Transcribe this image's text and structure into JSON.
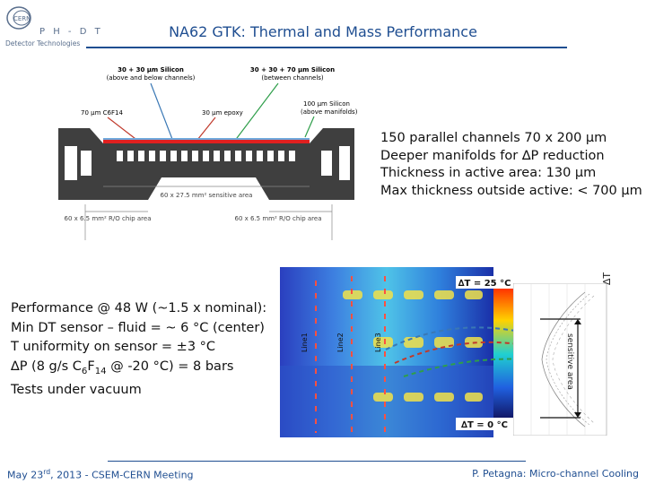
{
  "logo": {
    "line1": "P H - D T",
    "line2": "Detector Technologies",
    "emblem": "CERN"
  },
  "title": "NA62 GTK: Thermal and Mass Performance",
  "diagram": {
    "label_top_left": [
      "30 + 30 µm Silicon",
      "(above and below channels)"
    ],
    "label_top_right": [
      "30 + 30 + 70 µm Silicon",
      "(between channels)"
    ],
    "label_c6f14": "70 µm C6F14",
    "label_epoxy": "30 µm epoxy",
    "label_manifolds": [
      "100 µm Silicon",
      "(above manifolds)"
    ],
    "label_sensitive": "60 x 27.5 mm² sensitive area",
    "label_ro_left": "60 x 6.5 mm² R/O chip area",
    "label_ro_right": "60 x 6.5 mm² R/O chip area"
  },
  "specs": [
    "150 parallel channels 70 x 200 µm",
    "Deeper manifolds for ∆P reduction",
    "Thickness in active area: 130 µm",
    "Max thickness outside active: < 700 µm"
  ],
  "perf": {
    "line1": "Performance @ 48 W (~1.5 x nominal):",
    "line2": "Min DT sensor – fluid = ~ 6 °C (center)",
    "line3": "T uniformity on sensor = ±3 °C",
    "line4_pre": "∆P (8 g/s C",
    "line4_sub1": "6",
    "line4_mid": "F",
    "line4_sub2": "14",
    "line4_post": " @ -20 °C) = 8 bars",
    "line5": "Tests under vacuum"
  },
  "thermal": {
    "dt_top": "∆T = 25 °C",
    "dt_bottom": "∆T = 0 °C",
    "line1": "Line1",
    "line2": "Line2",
    "line3": "Line3"
  },
  "plot": {
    "dt_axis": "∆T",
    "sensitive": "sensitive area"
  },
  "footer": {
    "left_pre": "May 23",
    "left_sup": "rd",
    "left_post": ", 2013  -  CSEM-CERN Meeting",
    "right": "P. Petagna:  Micro-channel Cooling"
  },
  "colors": {
    "title": "#1f4e91",
    "rule": "#1f4e91",
    "arrow_red": "#c0392b",
    "arrow_blue": "#3a78b5",
    "arrow_green": "#2e9e4a"
  }
}
